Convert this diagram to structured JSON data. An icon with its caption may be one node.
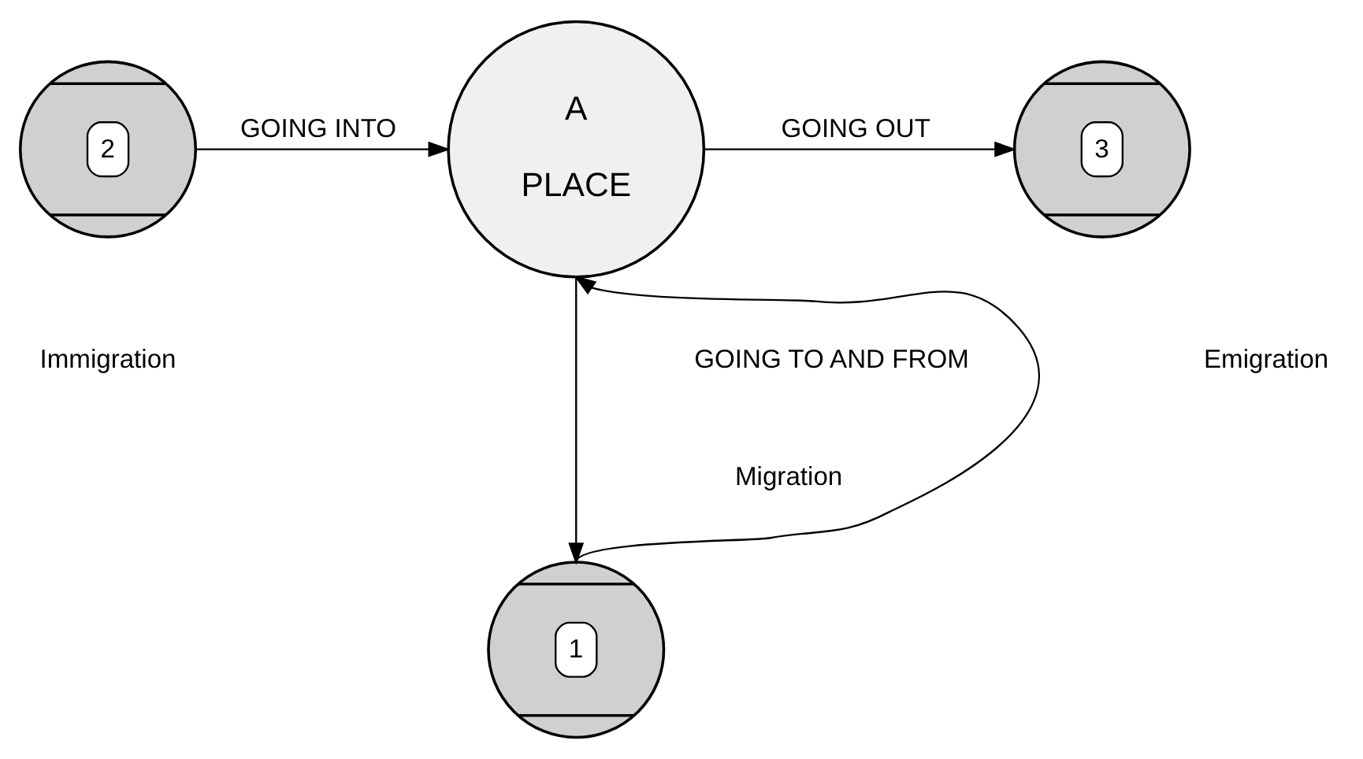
{
  "diagram": {
    "nodes": [
      {
        "text": [
          "2"
        ]
      },
      {
        "text": [
          "A",
          "PLACE"
        ]
      },
      {
        "text": [
          "3"
        ]
      },
      {
        "text": [
          "1"
        ]
      }
    ],
    "edges": [
      {
        "from": 0,
        "to": 1,
        "arrow": "to",
        "label": "GOING INTO"
      },
      {
        "from": 1,
        "to": 2,
        "arrow": "to",
        "label": "GOING OUT"
      },
      {
        "from": 1,
        "to": 3,
        "arrow": "to"
      },
      {
        "from": 3,
        "to": 1,
        "arrow": "to"
      }
    ],
    "labels": [
      "Immigration",
      "Emigration",
      "GOING TO AND FROM",
      "Migration"
    ]
  }
}
